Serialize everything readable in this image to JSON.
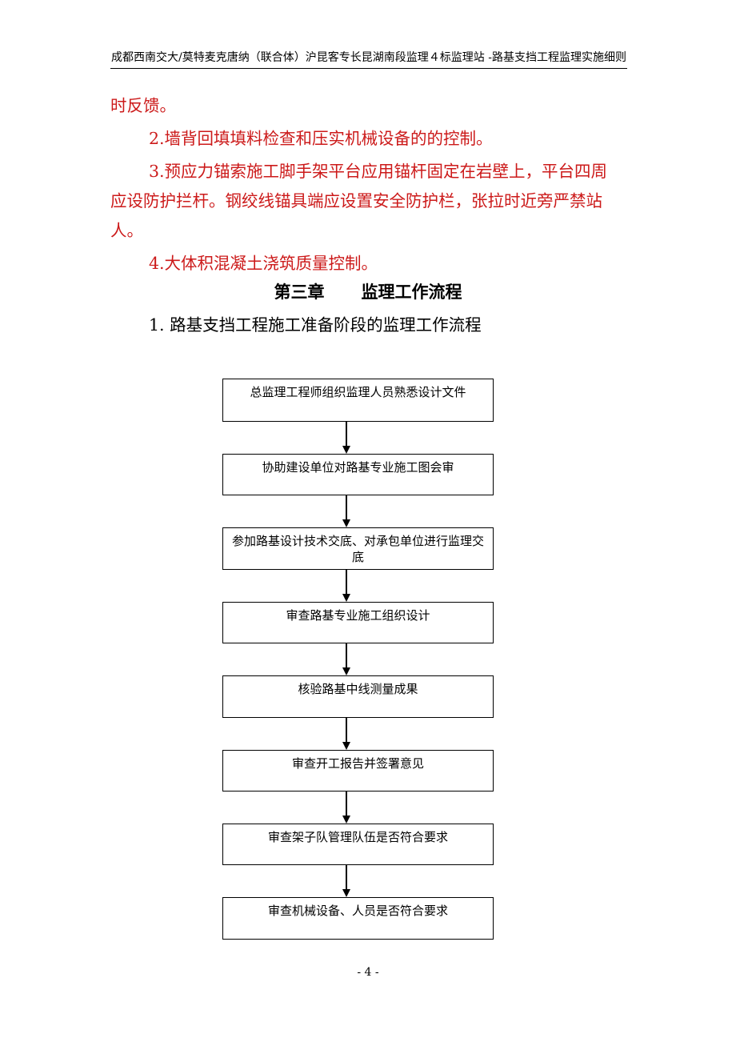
{
  "header": {
    "text": "成都西南交大/莫特麦克唐纳（联合体）沪昆客专长昆湖南段监理４标监理站  -路基支挡工程监理实施细则"
  },
  "paragraphs": [
    "时反馈。",
    "2.墙背回填填料检查和压实机械设备的的控制。",
    "3.预应力锚索施工脚手架平台应用锚杆固定在岩壁上，平台四周",
    "应设防护拦杆。钢绞线锚具端应设置安全防护栏，张拉时近旁严禁站",
    "人。",
    "4.大体积混凝土浇筑质量控制。"
  ],
  "chapter": {
    "number": "第三章",
    "title": "监理工作流程"
  },
  "section_title": "1.  路基支挡工程施工准备阶段的监理工作流程",
  "flowchart": {
    "steps": [
      "总监理工程师组织监理人员熟悉设计文件",
      "协助建设单位对路基专业施工图会审",
      "参加路基设计技术交底、对承包单位进行监理交底",
      "审查路基专业施工组织设计",
      "核验路基中线测量成果",
      "审查开工报告并签署意见",
      "审查架子队管理队伍是否符合要求",
      "审查机械设备、人员是否符合要求"
    ]
  },
  "footer": {
    "page_number": "- 4 -"
  }
}
